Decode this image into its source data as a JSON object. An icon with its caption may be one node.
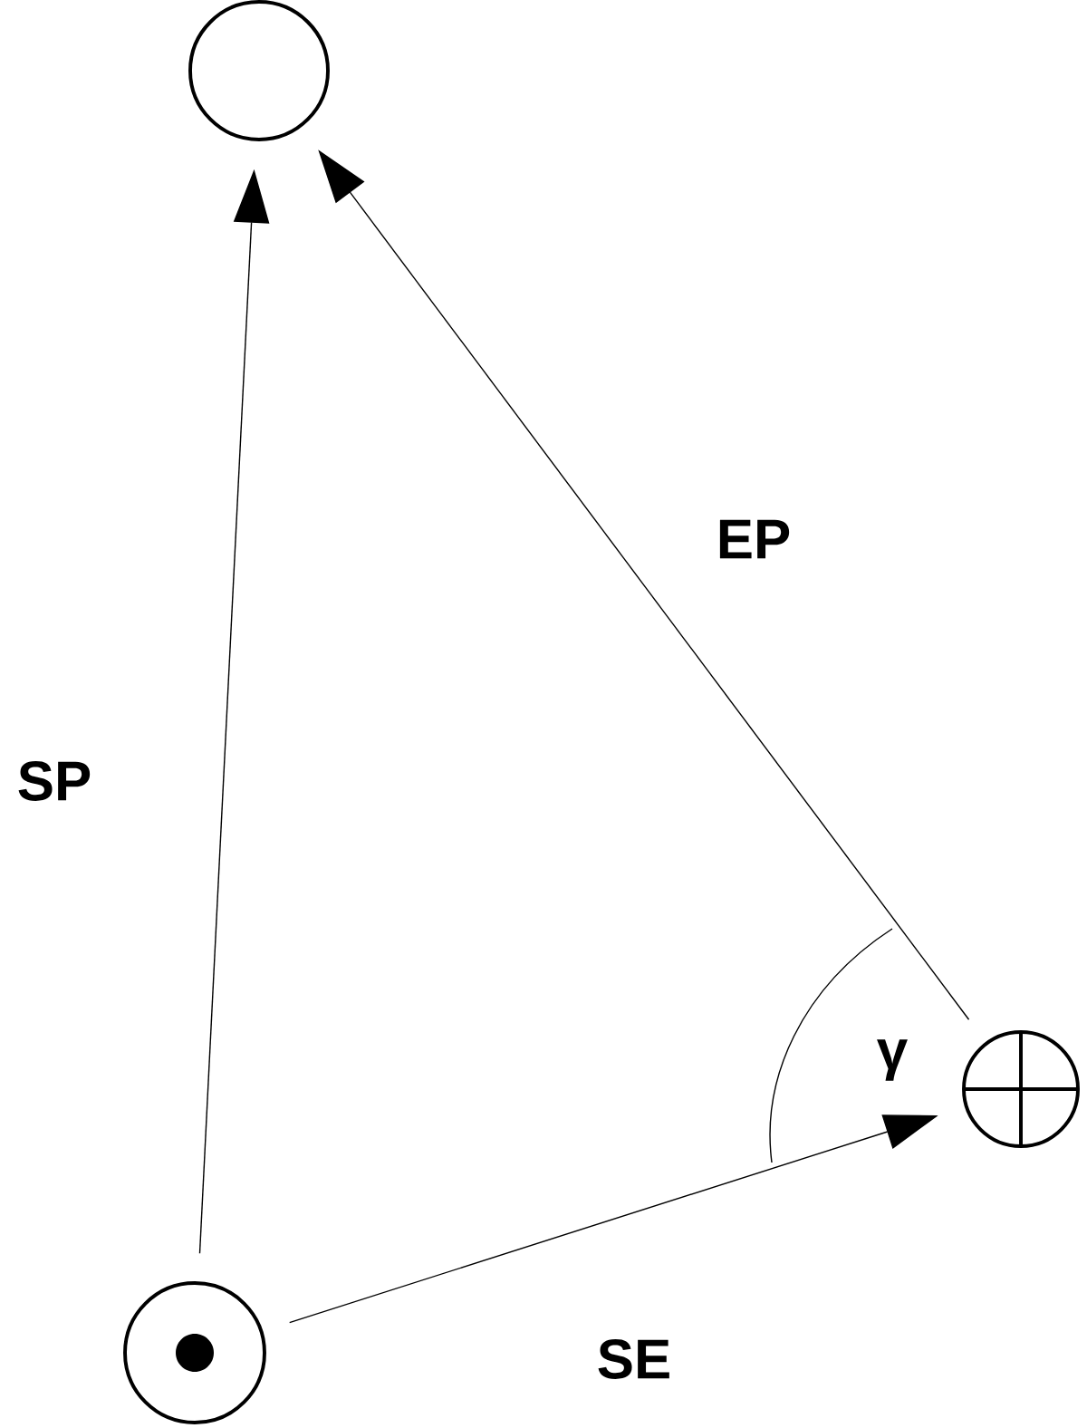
{
  "diagram": {
    "nodes": [
      {
        "text": [],
        "shape": "circle"
      },
      {
        "text": [],
        "shape": "circle"
      },
      {
        "text": [],
        "shape": "circle"
      }
    ],
    "edges": [
      {
        "from": 1,
        "to": 0,
        "arrow": "to",
        "label": "SP"
      },
      {
        "from": 2,
        "to": 0,
        "arrow": "to",
        "label": "EP"
      },
      {
        "from": 1,
        "to": 2,
        "arrow": "to",
        "label": "SE"
      }
    ],
    "labels": [
      "γ"
    ]
  }
}
